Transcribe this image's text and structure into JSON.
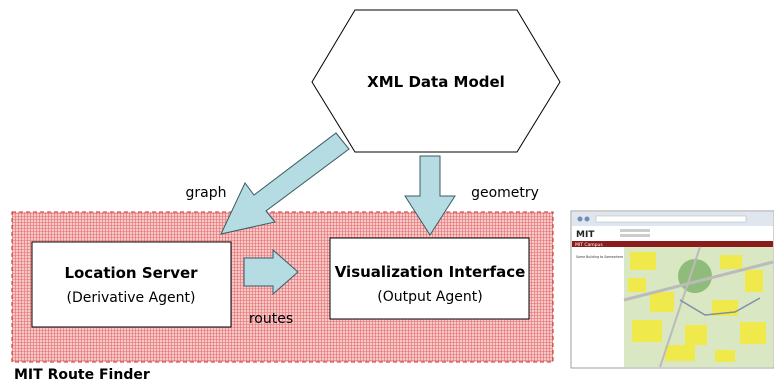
{
  "diagram": {
    "data_model": {
      "title": "XML Data Model"
    },
    "location_server": {
      "title": "Location Server",
      "subtitle": "(Derivative Agent)"
    },
    "visualization": {
      "title": "Visualization Interface",
      "subtitle": "(Output Agent)"
    },
    "labels": {
      "graph": "graph",
      "geometry": "geometry",
      "routes": "routes"
    },
    "system_name": "MIT Route Finder",
    "colors": {
      "arrow_fill": "#b5dbe3",
      "arrow_stroke": "#3b5b63",
      "region_fill": "#f4b3b3",
      "grid_line": "#e05a5a",
      "region_border": "#c42b2b"
    }
  },
  "thumbnail": {
    "site_header": "MIT Campus",
    "sidebar_text": "Some Building to Somewhere"
  }
}
